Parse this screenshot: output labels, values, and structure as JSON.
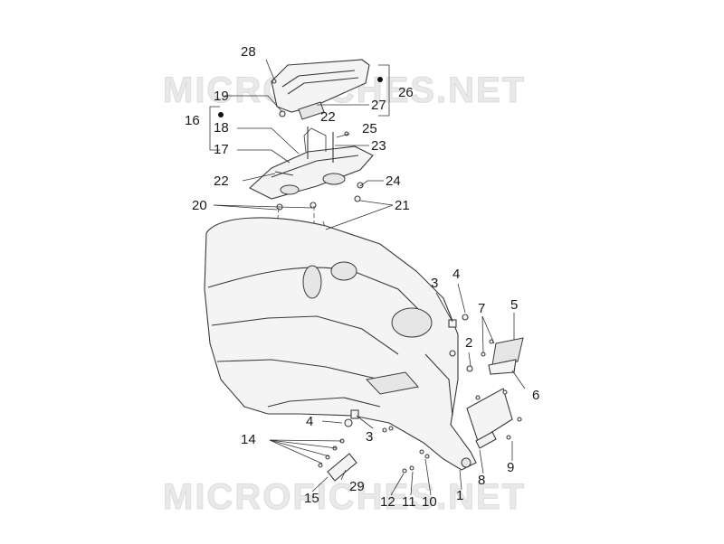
{
  "watermark": {
    "text": "MICROFICHES.NET"
  },
  "callouts": {
    "c28": "28",
    "c26": "26",
    "c19": "19",
    "c27": "27",
    "c16": "16",
    "c22a": "22",
    "c18": "18",
    "c25": "25",
    "c17": "17",
    "c23": "23",
    "c22b": "22",
    "c24": "24",
    "c20": "20",
    "c21": "21",
    "c3a": "3",
    "c4a": "4",
    "c5": "5",
    "c7": "7",
    "c2": "2",
    "c6": "6",
    "c4b": "4",
    "c3b": "3",
    "c14": "14",
    "c9": "9",
    "c8": "8",
    "c29": "29",
    "c15": "15",
    "c12": "12",
    "c11": "11",
    "c10": "10",
    "c1": "1"
  },
  "colors": {
    "ink": "#3a3a3a",
    "watermark": "#e9e9e9"
  }
}
